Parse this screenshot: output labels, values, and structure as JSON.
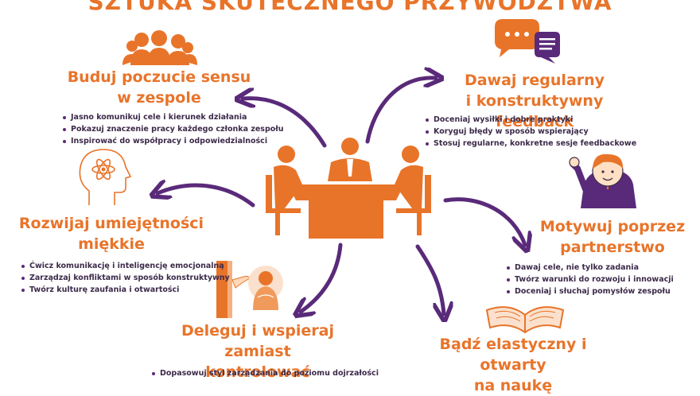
{
  "title": "SZTUKA SKUTECZNEGO PRZYWÓDZTWA",
  "colors": {
    "accent": "#e8742a",
    "arrow": "#5a2a7a",
    "text": "#3c2a4a"
  },
  "sections": {
    "sens": {
      "heading": [
        "Buduj poczucie sensu",
        "w zespole"
      ],
      "icon": "team-people-icon",
      "points": [
        "Jasno komunikuj cele i kierunek działania",
        "Pokazuj znaczenie pracy każdego członka zespołu",
        "Inspirować do współpracy i odpowiedzialności"
      ]
    },
    "feedback": {
      "heading": [
        "Dawaj regularny",
        "i konstruktywny feedback"
      ],
      "icon": "chat-bubbles-icon",
      "points": [
        "Doceniaj wysiłki i dobre praktyki",
        "Koryguj błędy w sposób wspierający",
        "Stosuj regularne, konkretne sesje feedbackowe"
      ]
    },
    "soft": {
      "heading": [
        "Rozwijaj umiejętności",
        "miękkie"
      ],
      "icon": "head-atom-icon",
      "points": [
        "Ćwicz komunikację i inteligencję emocjonalną",
        "Zarządzaj konfliktami w sposób konstruktywny",
        "Twórz kulturę zaufania i otwartości"
      ]
    },
    "motivate": {
      "heading": [
        "Motywuj poprzez",
        "partnerstwo"
      ],
      "icon": "cheering-person-icon",
      "points": [
        "Dawaj cele, nie tylko zadania",
        "Twórz warunki do rozwoju i innowacji",
        "Doceniaj i słuchaj pomysłów zespołu"
      ]
    },
    "delegate": {
      "heading": [
        "Deleguj i wspieraj zamiast",
        "kontrolować"
      ],
      "icon": "helping-hand-icon",
      "points": [
        "Dopasowuj styl zarządzania do poziomu dojrzałości"
      ]
    },
    "flexible": {
      "heading": [
        "Bądź elastyczny i otwarty",
        "na naukę"
      ],
      "icon": "open-book-icon",
      "points": []
    }
  },
  "center_icon": "meeting-table-icon"
}
